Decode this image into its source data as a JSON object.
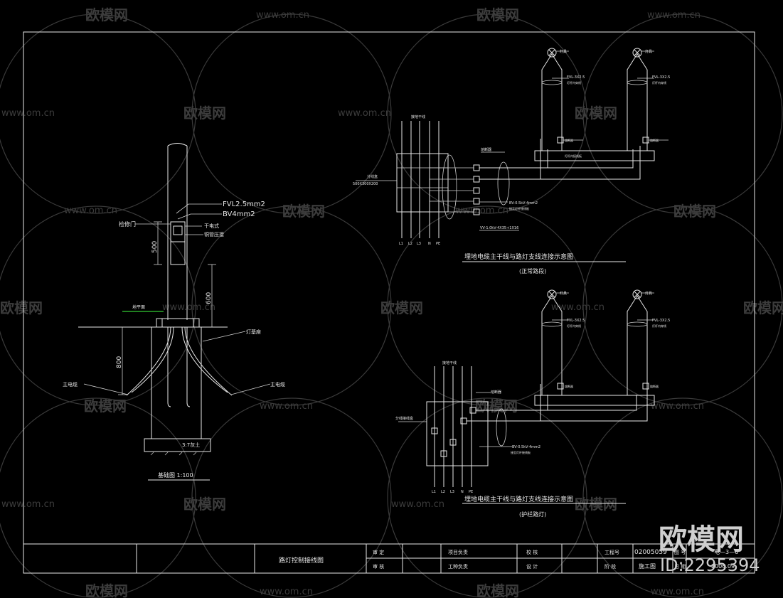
{
  "watermark": {
    "site": "www.om.cn",
    "brand": "欧模网",
    "big_brand": "欧模网",
    "id_text": "ID:2295394"
  },
  "left_detail": {
    "label_fvl": "FVL2.5mm2",
    "label_bv": "BV4mm2",
    "label_inspection_door": "检修门",
    "label_dry_type": "干电式",
    "label_copper": "铜管压接",
    "dim_500": "500",
    "dim_600": "600",
    "dim_800": "800",
    "label_ground": "地平面",
    "label_lamp_base": "灯基座",
    "label_main_cable_left": "主电缆",
    "label_main_cable_right": "主电缆",
    "label_soil": "3:7灰土",
    "caption": "基础图 1:100"
  },
  "top_right": {
    "lamp_label": "灯具",
    "fvl_label": "FVL-3X2.5",
    "fvl_sub": "灯杆内穿线",
    "box_label": "500X300X200",
    "box_title": "分线盒",
    "bus_labels": [
      "L1",
      "L2",
      "L3",
      "N",
      "PE"
    ],
    "top_label": "接地干线",
    "cable_label": "BV-0.5kV-4mm2",
    "cable_sub": "接至灯杆接线板",
    "main_cable": "VV-1.0kV-4X35+1X16",
    "node_label": "熔断器",
    "base_label": "灯杆内接线板",
    "title": "埋地电缆主干线与路灯支线连接示意图",
    "subtitle": "(正常路段)"
  },
  "bottom_right": {
    "lamp_label": "灯具",
    "fvl_label": "FVL-3X2.5",
    "fvl_sub": "灯杆内穿线",
    "top_label": "接地干线",
    "box_label": "分线接线盒",
    "cable_label": "BV-0.5kV-4mm2",
    "cable_sub": "接至灯杆接线板",
    "node_label": "熔断器",
    "bus_labels": [
      "L1",
      "L2",
      "L3",
      "N",
      "PE"
    ],
    "title": "埋地电缆主干线与路灯支线连接示意图",
    "subtitle": "(护栏路灯)"
  },
  "title_block": {
    "drawing_name": "路灯控制接线图",
    "review": "审 定",
    "check": "审 核",
    "project_lead": "项目负责",
    "discipline_lead": "工种负责",
    "proofread": "校 核",
    "design": "设 计",
    "project_no_label": "工程号",
    "project_no": "02005059",
    "stage_label": "阶 段",
    "stage": "施工图",
    "sheet_label": "图 号",
    "sheet_no": "电—3—6",
    "date_label": "日 期",
    "date": "2006.09"
  }
}
